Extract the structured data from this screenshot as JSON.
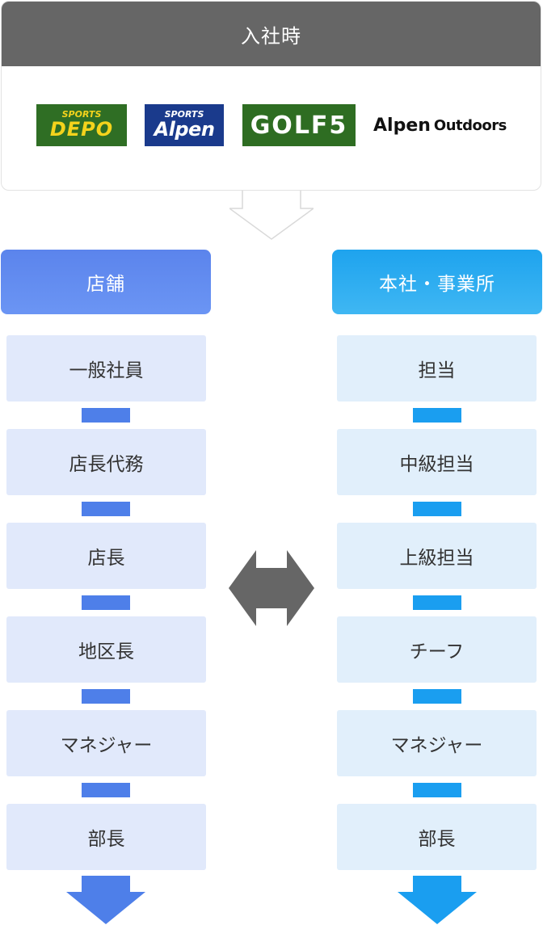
{
  "header": {
    "title": "入社時"
  },
  "logos": [
    {
      "name": "sports-depo",
      "line1": "SPORTS",
      "line2": "DEPO"
    },
    {
      "name": "sports-alpen",
      "line1": "SPORTS",
      "line2": "Alpen"
    },
    {
      "name": "golf5",
      "text": "GOLF5"
    },
    {
      "name": "alpen-outdoors",
      "line1": "Alpen",
      "line2": "Outdoors"
    }
  ],
  "colors": {
    "header_bg": "#666666",
    "store_accent": "#4e7fe9",
    "office_accent": "#1a9ef0",
    "store_step_bg": "#e1e9fb",
    "office_step_bg": "#e1effb"
  },
  "store_track": {
    "title": "店舗",
    "steps": [
      "一般社員",
      "店長代務",
      "店長",
      "地区長",
      "マネジャー",
      "部長"
    ]
  },
  "office_track": {
    "title": "本社・事業所",
    "steps": [
      "担当",
      "中級担当",
      "上級担当",
      "チーフ",
      "マネジャー",
      "部長"
    ]
  }
}
